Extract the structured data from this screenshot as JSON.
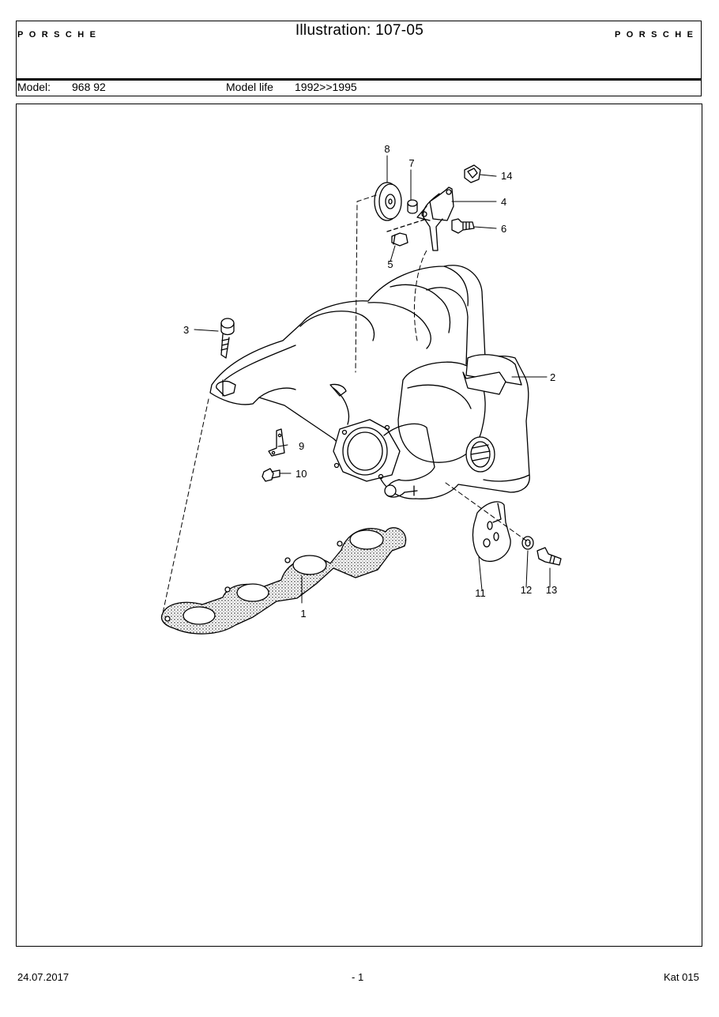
{
  "header": {
    "title": "Illustration: 107-05",
    "brand_left": "PORSCHE",
    "brand_right": "PORSCHE",
    "model_label": "Model:",
    "model_value": "968 92",
    "model_life_label": "Model life",
    "model_life_value": "1992>>1995"
  },
  "callouts": [
    "1",
    "2",
    "3",
    "4",
    "5",
    "6",
    "7",
    "8",
    "9",
    "10",
    "11",
    "12",
    "13",
    "14"
  ],
  "footer": {
    "date": "24.07.2017",
    "page": "- 1",
    "catalog": "Kat 015"
  }
}
